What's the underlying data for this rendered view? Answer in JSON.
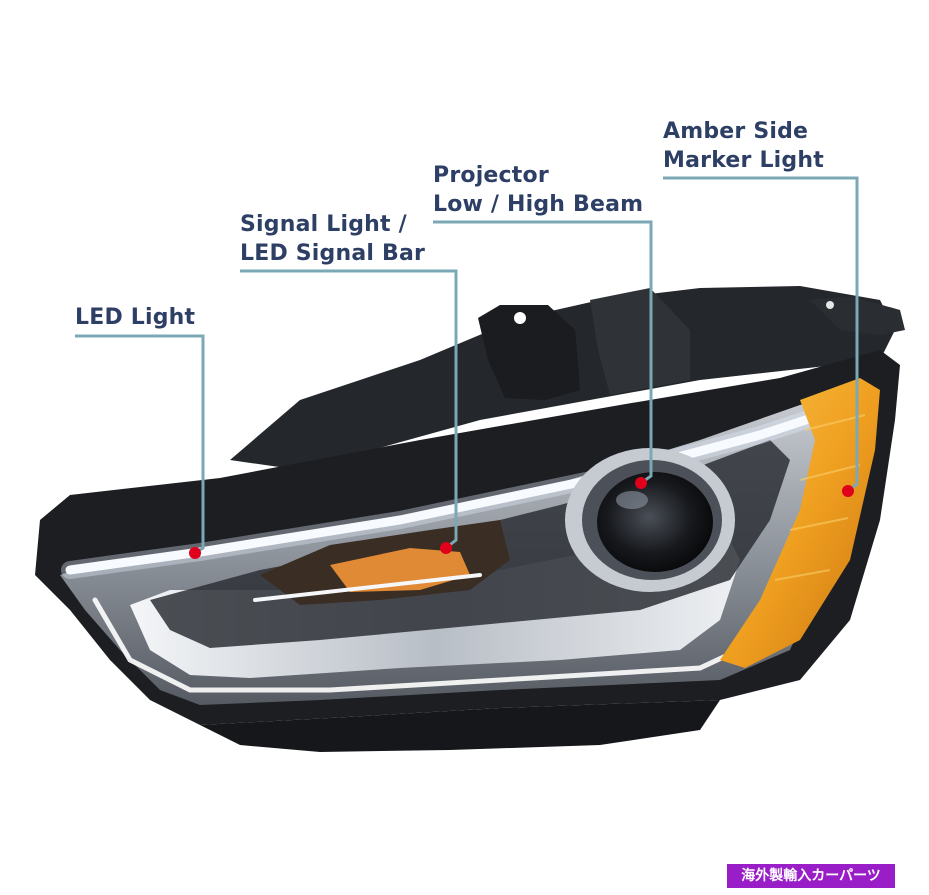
{
  "callouts": [
    {
      "id": "led-light",
      "lines": [
        "LED Light"
      ]
    },
    {
      "id": "signal-light",
      "lines": [
        "Signal Light /",
        "LED Signal Bar"
      ]
    },
    {
      "id": "projector",
      "lines": [
        "Projector",
        "Low / High Beam"
      ]
    },
    {
      "id": "amber-side-marker",
      "lines": [
        "Amber Side",
        "Marker Light"
      ]
    }
  ],
  "footer_badge": "海外製輸入カーパーツ",
  "colors": {
    "label_text": "#2e3f66",
    "leader_line": "#7aa8b4",
    "marker_dot": "#e0001b",
    "amber_lens": "#f0a020",
    "housing": "#1c1e22",
    "badge_bg": "#9a1ec8"
  }
}
